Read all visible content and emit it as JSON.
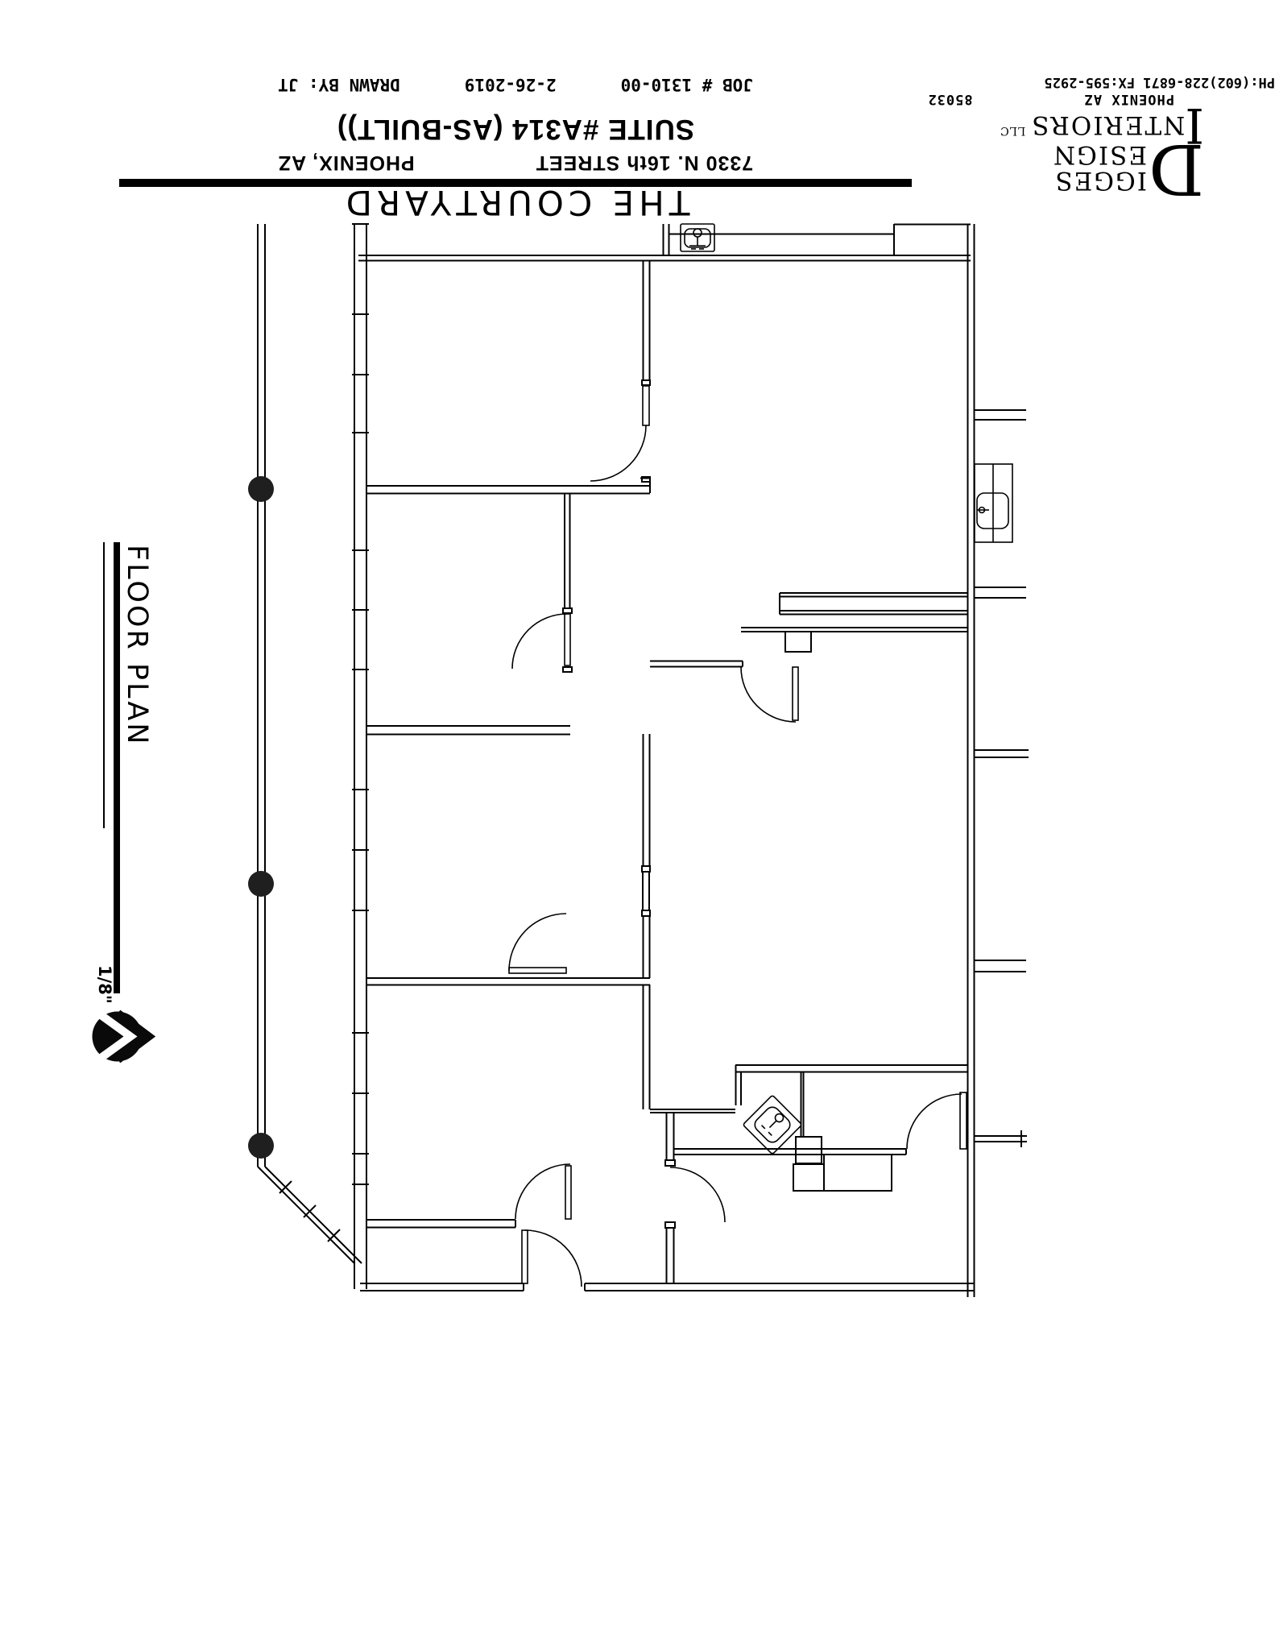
{
  "title_block": {
    "project_name": "THE COURTYARD",
    "address_street": "7330 N. 16th STREET",
    "address_city": "PHOENIX, AZ",
    "suite_line": "SUITE #A314 (AS-BUILT))",
    "job_number": "JOB # 1310-00",
    "date": "2-26-2019",
    "drawn_by": "DRAWN BY: JT"
  },
  "logo": {
    "word1_initial": "D",
    "word1_rest": "IGGES",
    "word2_rest": "ESIGN",
    "word3_initial": "I",
    "word3_rest": "NTERIORS",
    "suffix": "LLC",
    "city": "PHOENIX AZ",
    "zip": "85032",
    "phone_line": "PH:(602)228-6871  FX:595-2925"
  },
  "drawing": {
    "label": "FLOOR PLAN",
    "scale": "1/8\""
  },
  "colors": {
    "ink": "#000000",
    "paper": "#ffffff"
  }
}
